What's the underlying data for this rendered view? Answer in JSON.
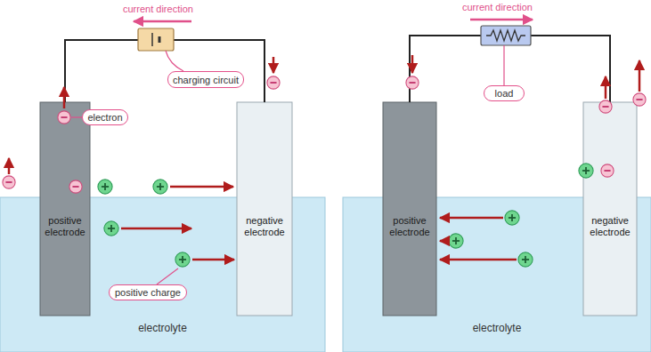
{
  "diagram": {
    "nodes": [
      {
        "text": [
          "charging circuit"
        ]
      },
      {
        "text": [
          "electron"
        ]
      },
      {
        "text": [
          "electrolyte"
        ]
      },
      {
        "text": [
          "positive electrode"
        ]
      },
      {
        "text": [
          "negative electrode"
        ]
      },
      {
        "text": [
          "positive charge"
        ]
      },
      {
        "text": [
          "load"
        ]
      },
      {
        "text": [
          "electrolyte"
        ]
      },
      {
        "text": [
          "positive electrode"
        ]
      },
      {
        "text": [
          "negative electrode"
        ]
      }
    ],
    "edges": [
      {
        "from": 3,
        "to": 4,
        "arrow": "none"
      },
      {
        "from": 8,
        "to": 9,
        "arrow": "none"
      }
    ],
    "labels": [
      "current direction",
      "current direction"
    ]
  }
}
